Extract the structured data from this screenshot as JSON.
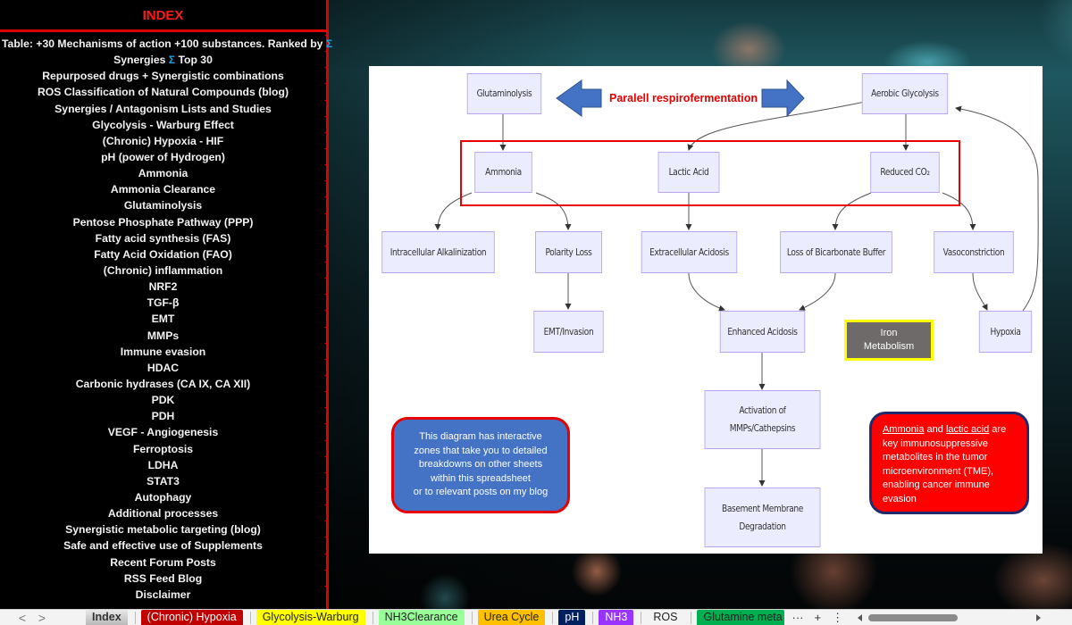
{
  "sidebar": {
    "title": "INDEX",
    "items": [
      {
        "label": "Table: +30 Mechanisms of action +100 substances. Ranked  by ",
        "sigma_suffix": "Σ"
      },
      {
        "label_pre": "Synergies ",
        "sigma": "Σ",
        "label_post": " Top 30"
      },
      {
        "label": "Repurposed drugs + Synergistic combinations"
      },
      {
        "label": "ROS Classification of Natural Compounds (blog)"
      },
      {
        "label": "Synergies / Antagonism Lists and Studies"
      },
      {
        "label": "Glycolysis - Warburg Effect"
      },
      {
        "label": "(Chronic) Hypoxia - HIF"
      },
      {
        "label": "pH (power of Hydrogen)"
      },
      {
        "label": "Ammonia"
      },
      {
        "label": "Ammonia Clearance"
      },
      {
        "label": "Glutaminolysis"
      },
      {
        "label": "Pentose Phosphate Pathway (PPP)"
      },
      {
        "label": "Fatty acid synthesis (FAS)"
      },
      {
        "label": "Fatty Acid Oxidation (FAO)"
      },
      {
        "label": "(Chronic) inflammation"
      },
      {
        "label": "NRF2"
      },
      {
        "label": "TGF-β"
      },
      {
        "label": "EMT"
      },
      {
        "label": "MMPs"
      },
      {
        "label": "Immune evasion"
      },
      {
        "label": "HDAC"
      },
      {
        "label": "Carbonic hydrases (CA IX, CA XII)"
      },
      {
        "label": "PDK"
      },
      {
        "label": "PDH"
      },
      {
        "label": "VEGF - Angiogenesis"
      },
      {
        "label": "Ferroptosis"
      },
      {
        "label": "LDHA"
      },
      {
        "label": "STAT3"
      },
      {
        "label": "Autophagy"
      },
      {
        "label": "Additional processes"
      },
      {
        "label": "Synergistic metabolic targeting (blog)"
      },
      {
        "label": "Safe and effective use of Supplements"
      },
      {
        "label": "Recent Forum Posts"
      },
      {
        "label": "RSS Feed Blog"
      },
      {
        "label": "Disclaimer"
      }
    ]
  },
  "diagram": {
    "center_label": "Paralell respirofermentation",
    "nodes": {
      "glutaminolysis": "Glutaminolysis",
      "aerobic_glycolysis": "Aerobic Glycolysis",
      "ammonia": "Ammonia",
      "lactic_acid": "Lactic Acid",
      "reduced_co2": "Reduced CO₂",
      "intracellular_alkalinization": "Intracellular Alkalinization",
      "polarity_loss": "Polarity Loss",
      "extracellular_acidosis": "Extracellular Acidosis",
      "loss_bicarbonate": "Loss of Bicarbonate Buffer",
      "vasoconstriction": "Vasoconstriction",
      "emt_invasion": "EMT/Invasion",
      "enhanced_acidosis": "Enhanced Acidosis",
      "hypoxia": "Hypoxia",
      "activation_mmps_line1": "Activation of",
      "activation_mmps_line2": "MMPs/Cathepsins",
      "basement_line1": "Basement Membrane",
      "basement_line2": "Degradation"
    },
    "iron_metabolism": {
      "line1": "Iron",
      "line2": "Metabolism"
    },
    "info_blue": {
      "lines": [
        "This diagram has interactive",
        "zones that take you to detailed",
        "breakdowns on other sheets",
        "within this spreadsheet",
        "or to relevant posts on my blog"
      ]
    },
    "info_red": {
      "ammonia": "Ammonia",
      "and": " and ",
      "lactic_acid": "lactic acid",
      "rest_line1": " are",
      "lines": [
        "key immunosuppressive",
        "metabolites in the tumor",
        "microenvironment (TME),",
        "enabling cancer immune",
        "evasion"
      ]
    }
  },
  "tabbar": {
    "prev": "<",
    "next": ">",
    "tabs": [
      {
        "label": "Index",
        "bg": "#c8c8c8",
        "fg": "#333333",
        "active": true
      },
      {
        "label": "(Chronic) Hypoxia",
        "bg": "#c00000",
        "fg": "#ffffff"
      },
      {
        "label": "Glycolysis-Warburg",
        "bg": "#ffff00",
        "fg": "#222222"
      },
      {
        "label": "NH3Clearance",
        "bg": "#99ff99",
        "fg": "#222222"
      },
      {
        "label": "Urea Cycle",
        "bg": "#ffc000",
        "fg": "#222222"
      },
      {
        "label": "pH",
        "bg": "#002060",
        "fg": "#ffffff"
      },
      {
        "label": "NH3",
        "bg": "#9933ff",
        "fg": "#ffffff"
      },
      {
        "label": "ROS",
        "bg": "transparent",
        "fg": "#222222"
      },
      {
        "label": "Glutamine meta",
        "bg": "#00b050",
        "fg": "#222222"
      }
    ],
    "more": "···",
    "add": "+",
    "options": "⋮"
  }
}
